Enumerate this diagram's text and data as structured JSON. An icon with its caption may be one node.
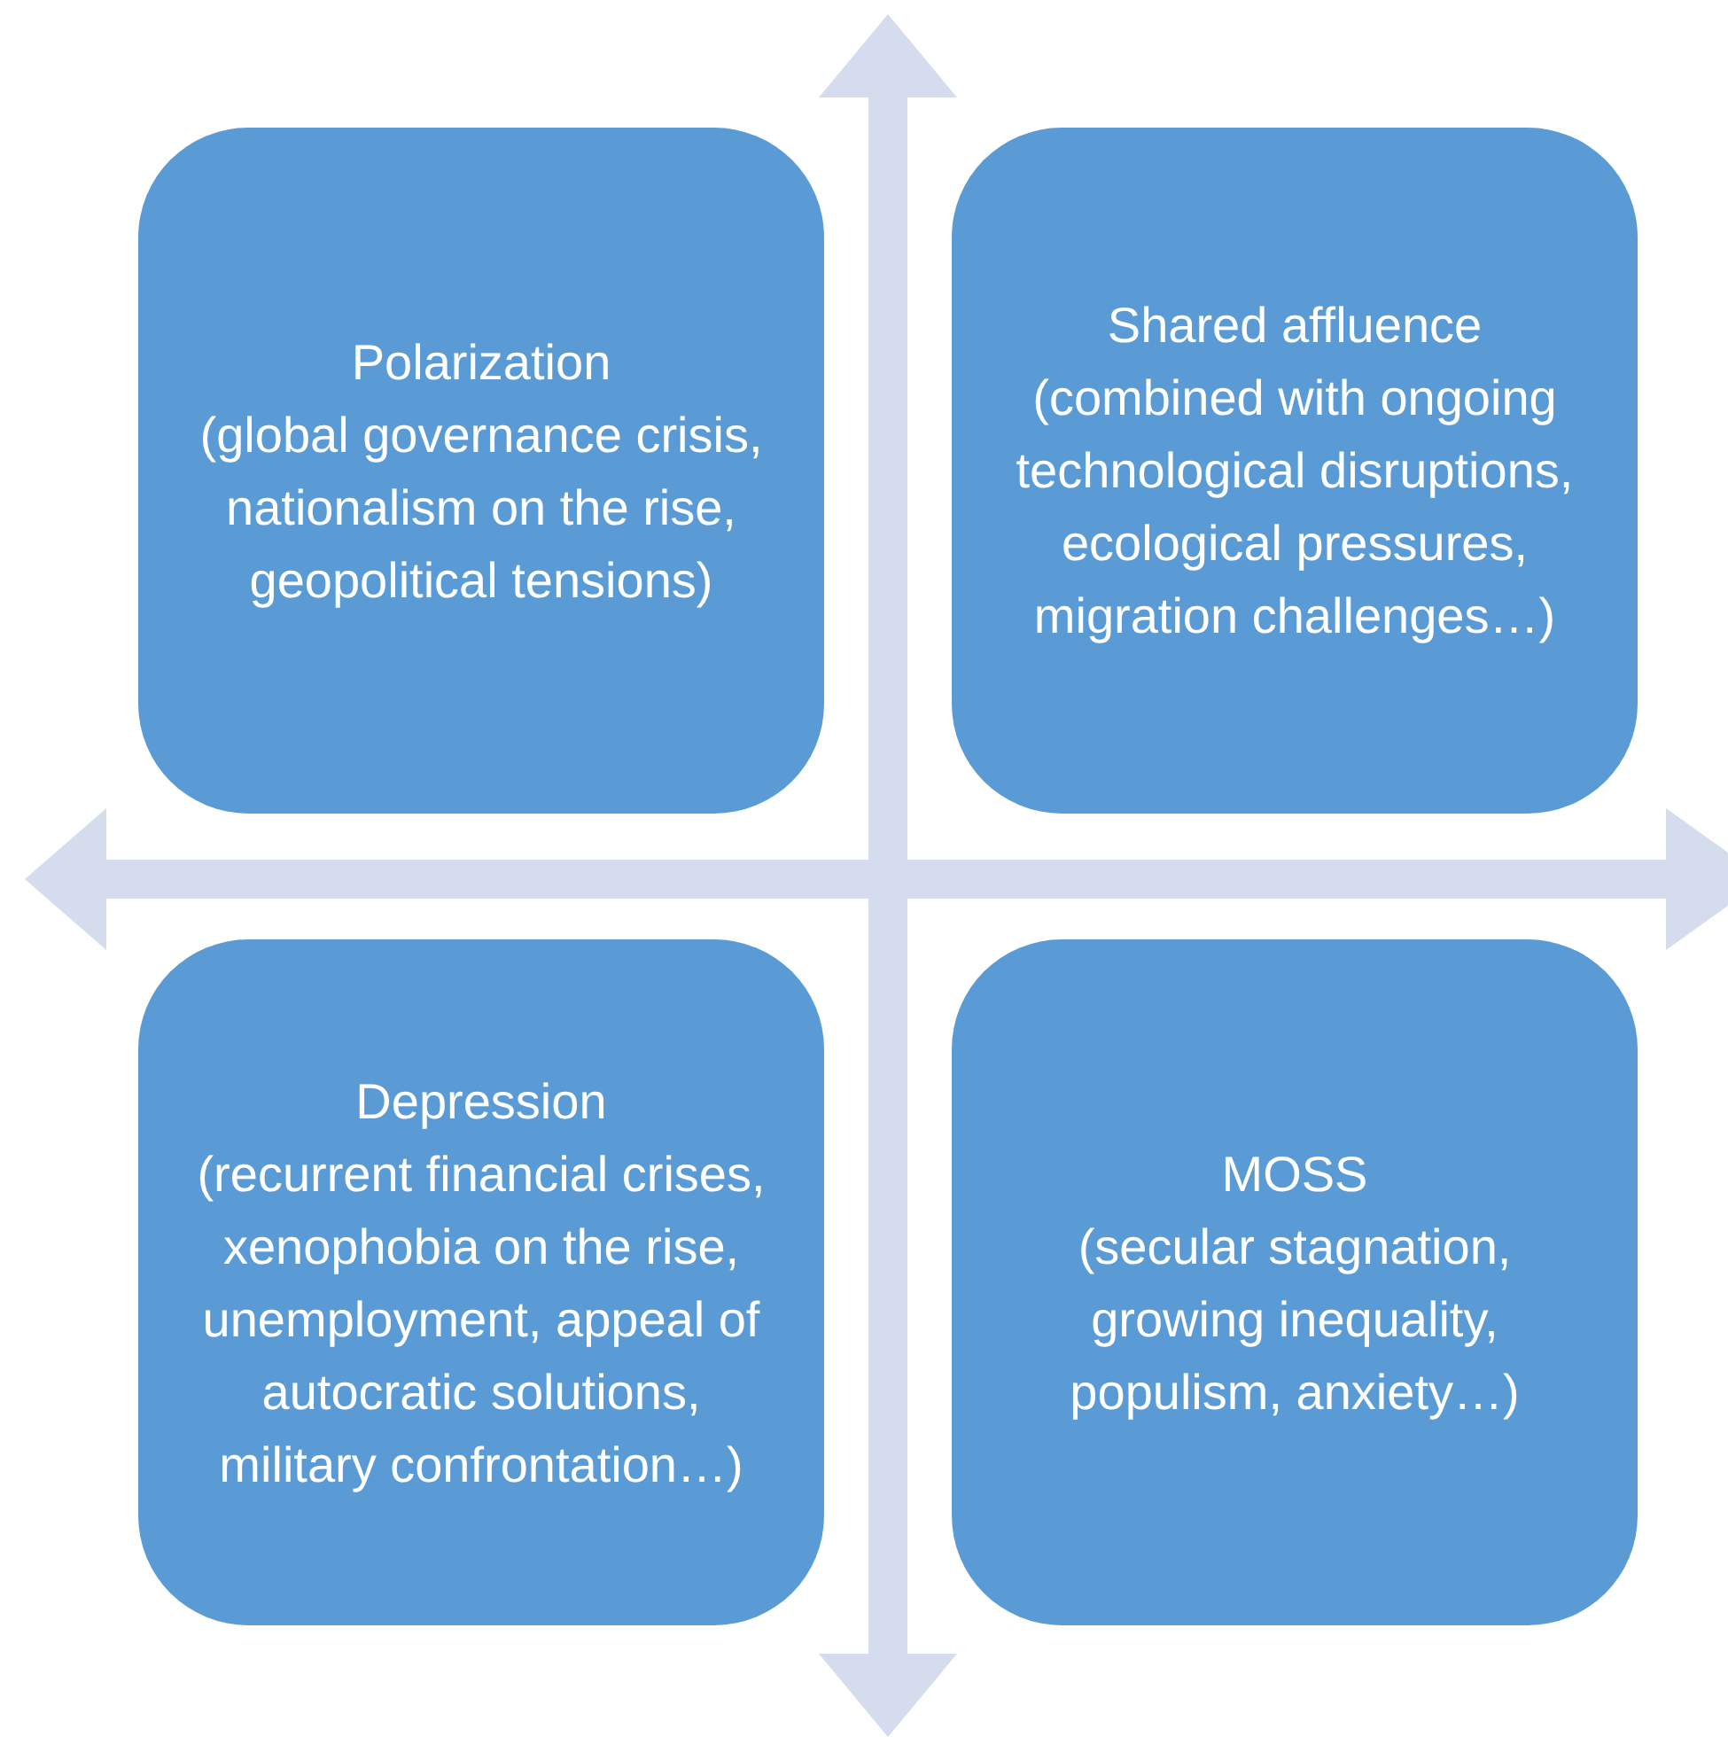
{
  "diagram": {
    "nodes": [
      {
        "text": [
          "Polarization",
          "(global governance crisis, nationalism on the rise, geopolitical tensions)"
        ]
      },
      {
        "text": [
          "Shared affluence",
          "(combined with ongoing technological disruptions, ecological pressures, migration challenges…)"
        ]
      },
      {
        "text": [
          "Depression",
          "(recurrent financial crises, xenophobia on the rise, unemployment, appeal of autocratic solutions, military confrontation…)"
        ]
      },
      {
        "text": [
          "MOSS",
          "(secular stagnation, growing inequality, populism, anxiety…)"
        ]
      }
    ]
  }
}
